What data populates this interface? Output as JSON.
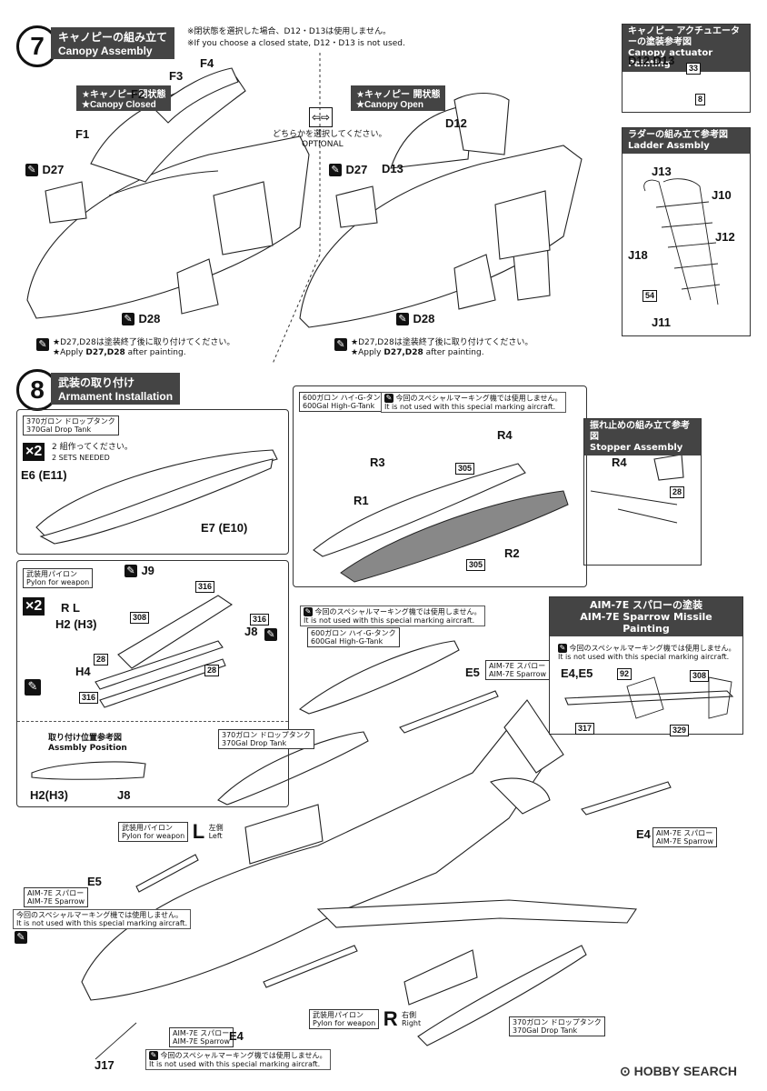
{
  "step7": {
    "number": "7",
    "title_jp": "キャノピーの組み立て",
    "title_en": "Canopy Assembly",
    "note_jp": "※閉状態を選択した場合、D12・D13は使用しません。",
    "note_en": "※If you choose a closed state, D12・D13 is not used.",
    "closed_jp": "★キャノピー 閉状態",
    "closed_en": "★Canopy Closed",
    "open_jp": "★キャノピー 開状態",
    "open_en": "★Canopy Open",
    "optional_jp": "どちらかを選択してください。",
    "optional_en": "OPTIONAL",
    "paint_note_jp": "★D27,D28は塗装終了後に取り付けてください。",
    "paint_note_en_prefix": "★Apply",
    "paint_note_en_parts": "D27,D28",
    "paint_note_en_suffix": "after painting.",
    "parts_closed": [
      "F1",
      "F2",
      "F3",
      "F4",
      "D27",
      "D28"
    ],
    "parts_open": [
      "D12",
      "D13",
      "D27",
      "D28"
    ]
  },
  "actuator": {
    "title_jp": "キャノピー アクチュエーターの塗装参考図",
    "title_en": "Canopy actuator Painting",
    "parts": "D12,D13",
    "codes": [
      "33",
      "8"
    ]
  },
  "ladder": {
    "title_jp": "ラダーの組み立て参考図",
    "title_en": "Ladder Assmbly",
    "parts": [
      "J13",
      "J10",
      "J12",
      "J18",
      "J11"
    ],
    "code": "54"
  },
  "step8": {
    "number": "8",
    "title_jp": "武装の取り付け",
    "title_en": "Armament Installation"
  },
  "drop370": {
    "title_jp": "370ガロン ドロップタンク",
    "title_en": "370Gal Drop Tank",
    "qty": "×2",
    "sets_jp": "2 組作ってください。",
    "sets_en": "2 SETS NEEDED",
    "part_a": "E6 (E11)",
    "part_b": "E7 (E10)"
  },
  "hig600": {
    "title_jp": "600ガロン ハイ-G-タンク",
    "title_en": "600Gal High-G-Tank",
    "not_used_jp": "今回のスペシャルマーキング機では使用しません。",
    "not_used_en": "It is not used with this special marking aircraft.",
    "parts": [
      "R4",
      "R3",
      "R1",
      "R2"
    ],
    "codes": [
      "305",
      "305"
    ]
  },
  "stopper": {
    "title_jp": "振れ止めの組み立て参考図",
    "title_en": "Stopper Assembly",
    "part": "R4",
    "code": "28"
  },
  "pylon": {
    "title_jp": "武装用パイロン",
    "title_en": "Pylon for weapon",
    "qty": "×2",
    "rl": "R   L",
    "parts": [
      "J9",
      "H2 (H3)",
      "J8",
      "H4"
    ],
    "codes": [
      "316",
      "308",
      "316",
      "28",
      "28",
      "316"
    ],
    "pos_title_jp": "取り付け位置参考図",
    "pos_title_en": "Assmbly Position",
    "pos_parts": [
      "H2(H3)",
      "J8"
    ]
  },
  "sparrow": {
    "title_jp": "AIM-7E スパローの塗装",
    "title_en": "AIM-7E Sparrow Missile Painting",
    "parts": "E4,E5",
    "codes": [
      "92",
      "308",
      "317",
      "329"
    ],
    "label_jp": "AIM-7E スパロー",
    "label_en": "AIM-7E Sparrow"
  },
  "main": {
    "labels": [
      "E5",
      "E4",
      "E5",
      "E4",
      "J17"
    ],
    "pylon_left_jp": "武装用パイロン",
    "pylon_left_en": "Pylon for weapon",
    "pylon_left_letter": "L",
    "pylon_left_side_jp": "左側",
    "pylon_left_side_en": "Left",
    "pylon_right_letter": "R",
    "pylon_right_side_jp": "右側",
    "pylon_right_side_en": "Right"
  },
  "footer": {
    "logo": "HOBBY SEARCH"
  }
}
